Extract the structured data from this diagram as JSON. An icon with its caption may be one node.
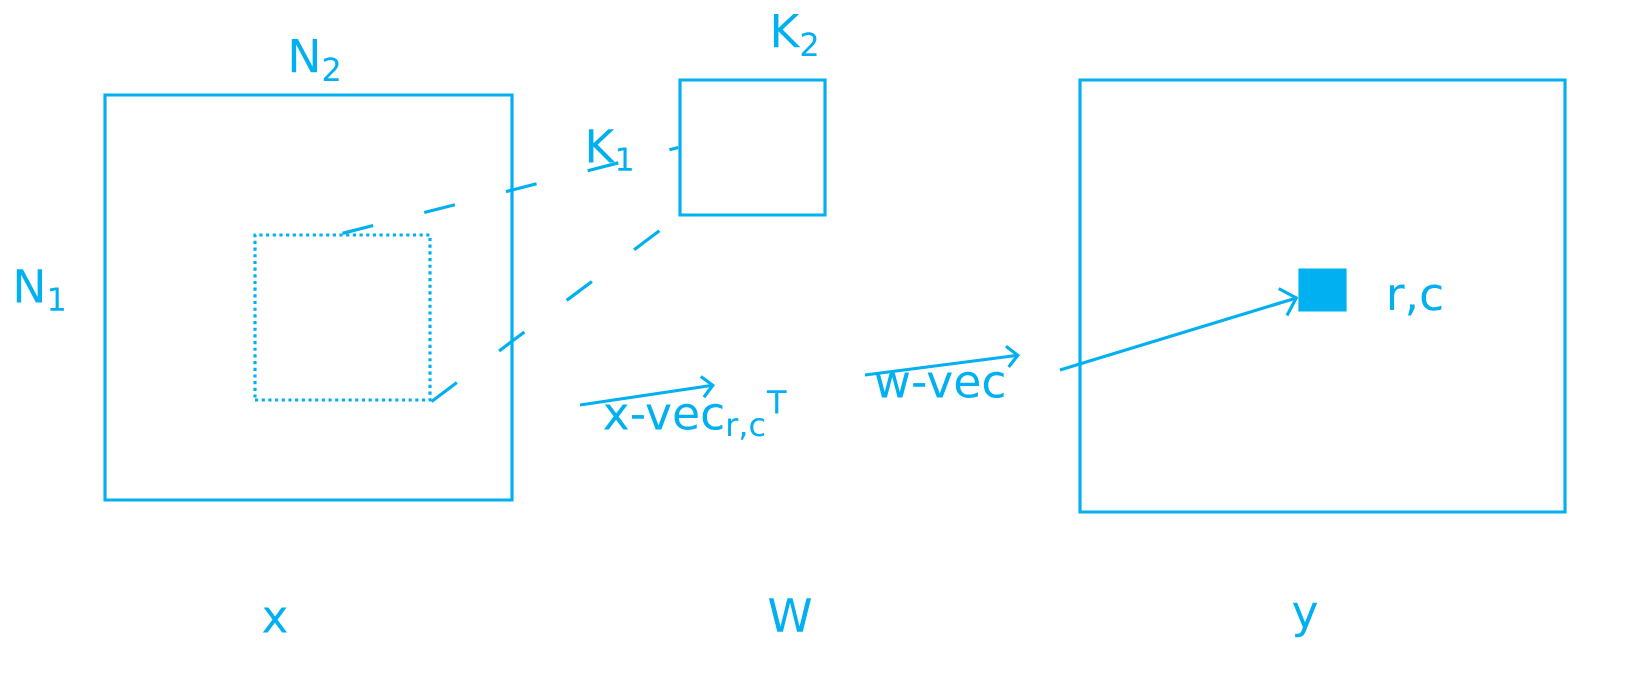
{
  "diagram": {
    "nodes": [
      {
        "text": [],
        "shape": "box",
        "beside": [
          "N$_{1}$",
          "N$_{2}$"
        ]
      },
      {
        "text": [],
        "shape": "box",
        "in": 0
      },
      {
        "text": [],
        "shape": "box",
        "beside": [
          "K$_{1}$",
          "K$_{2}$"
        ]
      },
      {
        "text": [],
        "shape": "box"
      },
      {
        "text": [],
        "shape": "box",
        "in": 3,
        "beside": [
          "r,c"
        ]
      }
    ],
    "edges": [
      {
        "from": 1,
        "to": 2,
        "arrow": "none",
        "style": "dashed"
      },
      {
        "from": 1,
        "to": 2,
        "arrow": "none",
        "style": "dashed"
      },
      {
        "from": null,
        "to": 4,
        "arrow": "to"
      }
    ],
    "labels": [
      "x-vec$_{r,c}$$^{T}$",
      "w-vec",
      "x",
      "W",
      "y"
    ]
  }
}
